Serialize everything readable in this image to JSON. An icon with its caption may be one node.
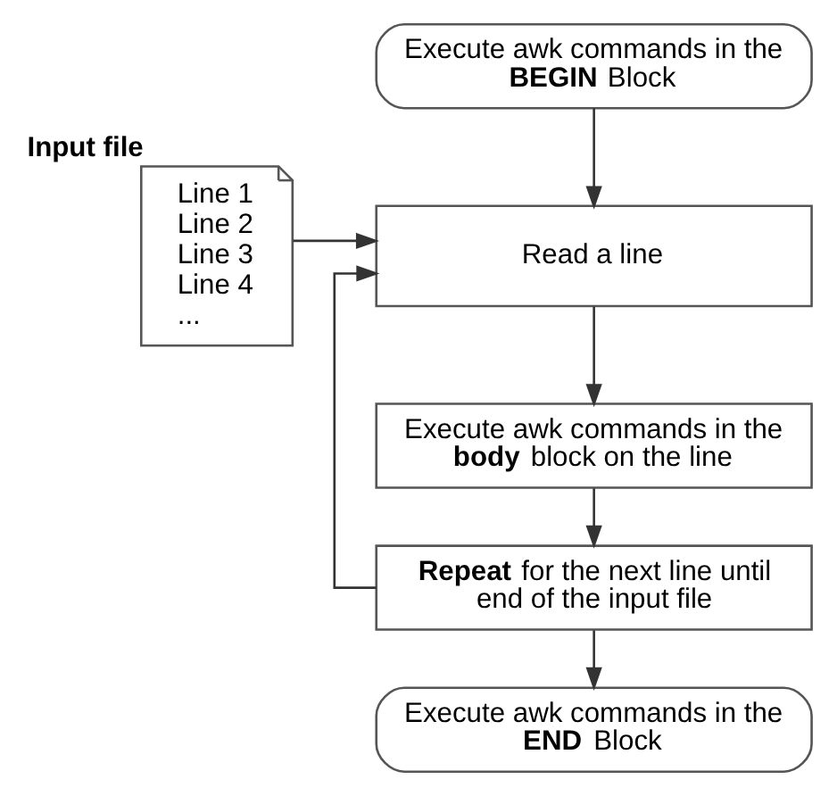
{
  "diagram": {
    "nodes": [
      {
        "text": [
          "Execute awk commands in the **BEGIN** Block"
        ]
      },
      {
        "text": [
          "Line 1",
          "Line 2",
          "Line 3",
          "Line 4",
          "..."
        ],
        "beside": [
          "Input file"
        ]
      },
      {
        "text": [
          "Read a line"
        ]
      },
      {
        "text": [
          "Execute awk commands in the **body** block on the line"
        ]
      },
      {
        "text": [
          "**Repeat** for the next line until end of the input file"
        ]
      },
      {
        "text": [
          "Execute awk commands in the **END** Block"
        ]
      }
    ],
    "edges": [
      {
        "from": 0,
        "to": 2,
        "arrow": "to"
      },
      {
        "from": 1,
        "to": 2,
        "arrow": "to"
      },
      {
        "from": 2,
        "to": 3,
        "arrow": "to"
      },
      {
        "from": 3,
        "to": 4,
        "arrow": "to"
      },
      {
        "from": 4,
        "to": 5,
        "arrow": "to"
      },
      {
        "from": 4,
        "to": 2,
        "arrow": "to"
      }
    ]
  }
}
